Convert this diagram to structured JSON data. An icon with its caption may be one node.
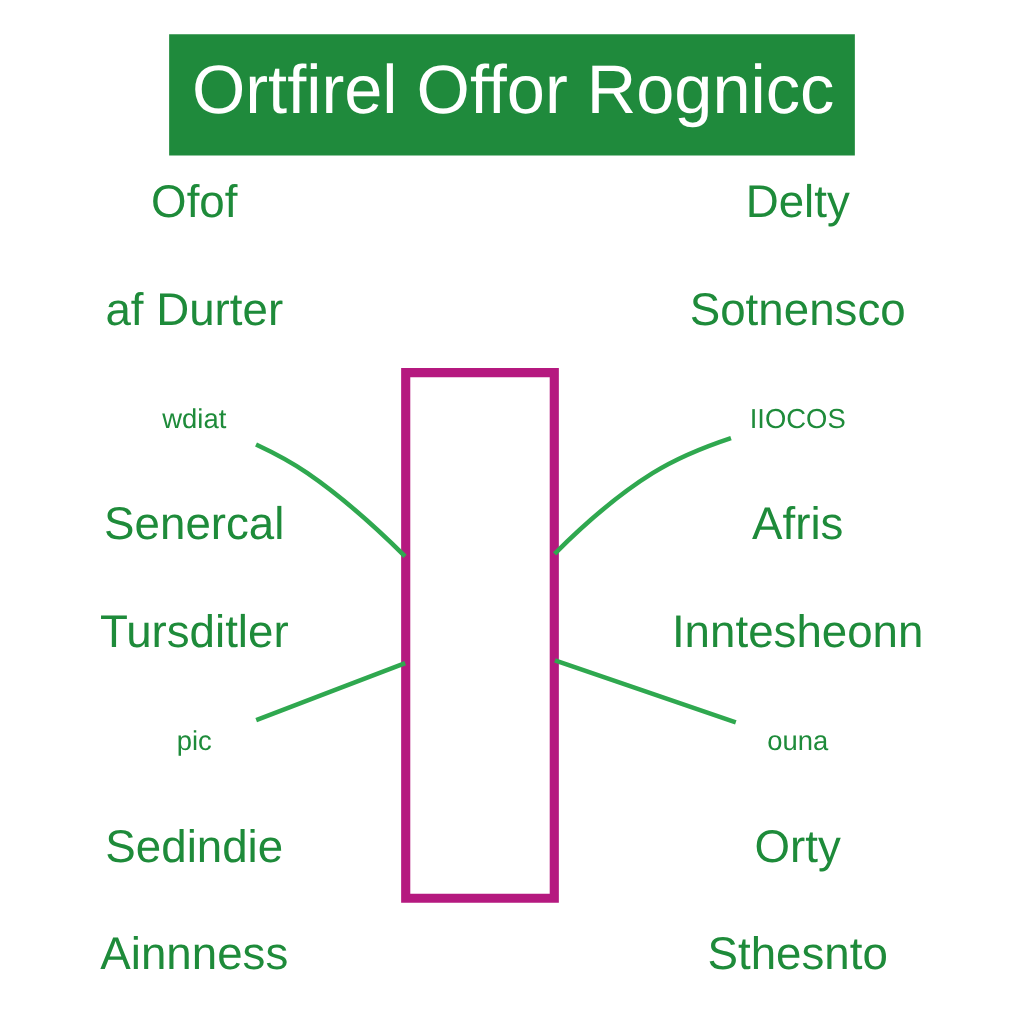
{
  "diagram": {
    "title": "Ortfirel Offor Rognicc",
    "nodes": [
      {
        "text": [
          "wdiat"
        ]
      },
      {
        "text": [
          "pic"
        ]
      },
      {
        "text": [],
        "shape": "bracket"
      },
      {
        "text": [
          "IIOCOS"
        ]
      },
      {
        "text": [
          "ouna"
        ]
      }
    ],
    "edges": [
      {
        "from": 0,
        "to": 2,
        "arrow": "none"
      },
      {
        "from": 3,
        "to": 2,
        "arrow": "none"
      },
      {
        "from": 1,
        "to": 2,
        "arrow": "none"
      },
      {
        "from": 4,
        "to": 2,
        "arrow": "none"
      }
    ],
    "labels": [
      "Ofof",
      "Delty",
      "af Durter",
      "Sotnensco",
      "Senercal",
      "Afris",
      "Tursditler",
      "Inntesheonn",
      "Sedindie",
      "Orty",
      "Ainnness",
      "Sthesnto"
    ]
  }
}
